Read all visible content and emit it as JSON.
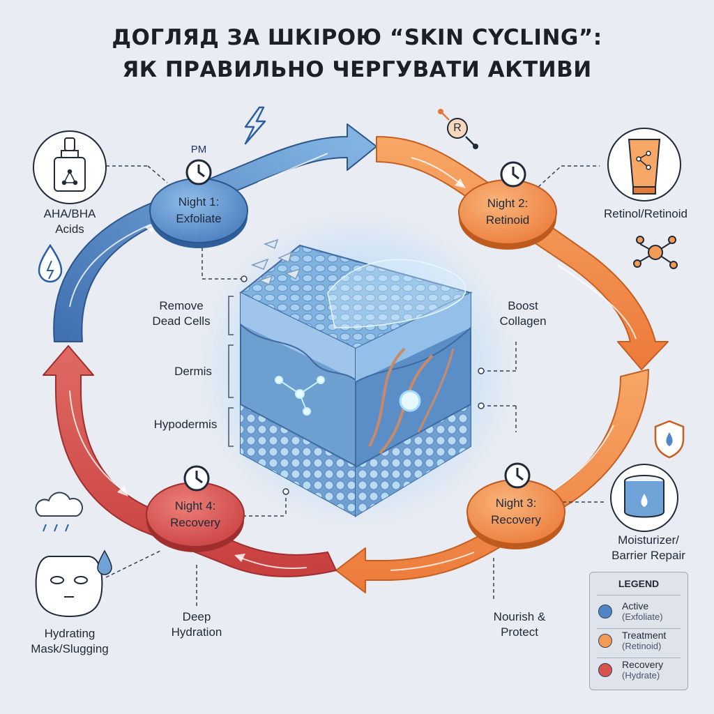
{
  "title": {
    "line1": "ДОГЛЯД ЗА ШКІРОЮ “SKIN CYCLING”:",
    "line2": "ЯК ПРАВИЛЬНО ЧЕРГУВАТИ АКТИВИ"
  },
  "pm_label": "PM",
  "nights": [
    {
      "line1": "Night 1:",
      "line2": "Exfoliate",
      "color": "#4f86c6"
    },
    {
      "line1": "Night 2:",
      "line2": "Retinoid",
      "color": "#f08a44"
    },
    {
      "line1": "Night 3:",
      "line2": "Recovery",
      "color": "#f08a44"
    },
    {
      "line1": "Night 4:",
      "line2": "Recovery",
      "color": "#d9534f"
    }
  ],
  "products": {
    "aha_bha": {
      "line1": "AHA/BHA",
      "line2": "Acids"
    },
    "retinol": {
      "line1": "Retinol/Retinoid"
    },
    "moisturizer": {
      "line1": "Moisturizer/",
      "line2": "Barrier Repair"
    },
    "mask": {
      "line1": "Hydrating",
      "line2": "Mask/Slugging"
    }
  },
  "effects": {
    "remove": {
      "line1": "Remove",
      "line2": "Dead Cells"
    },
    "boost": {
      "line1": "Boost",
      "line2": "Collagen"
    },
    "nourish": {
      "line1": "Nourish &",
      "line2": "Protect"
    },
    "hydration": {
      "line1": "Deep",
      "line2": "Hydration"
    }
  },
  "layers": {
    "dermis": "Dermis",
    "hypodermis": "Hypodermis"
  },
  "retinoid_badge": "R",
  "legend": {
    "title": "LEGEND",
    "items": [
      {
        "name": "Active",
        "desc": "(Exfoliate)",
        "color": "#4f86c6"
      },
      {
        "name": "Treatment",
        "desc": "(Retinoid)",
        "color": "#f39a55"
      },
      {
        "name": "Recovery",
        "desc": "(Hydrate)",
        "color": "#d9534f"
      }
    ]
  },
  "icons": [
    "dropper-bottle-icon",
    "lightning-icon",
    "water-drop-icon",
    "retinoid-tag-icon",
    "cream-tube-icon",
    "molecule-icon",
    "shield-drop-icon",
    "cream-jar-icon",
    "rain-cloud-icon",
    "face-mask-icon",
    "clock-icon"
  ]
}
